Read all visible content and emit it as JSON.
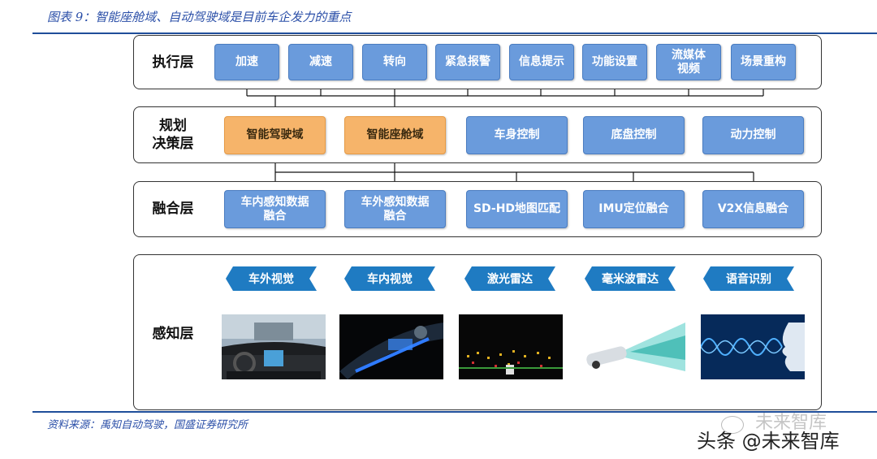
{
  "caption": "图表 9：智能座舱域、自动驾驶域是目前车企发力的重点",
  "source": "资料来源：禹知自动驾驶，国盛证券研究所",
  "layers": {
    "execution": {
      "title": "执行层",
      "items": [
        "加速",
        "减速",
        "转向",
        "紧急报警",
        "信息提示",
        "功能设置",
        "流媒体\n视频",
        "场景重构"
      ]
    },
    "planning": {
      "title": "规划\n决策层",
      "items": [
        "智能驾驶域",
        "智能座舱域",
        "车身控制",
        "底盘控制",
        "动力控制"
      ]
    },
    "fusion": {
      "title": "融合层",
      "items": [
        "车内感知数据\n融合",
        "车外感知数据\n融合",
        "SD-HD地图匹配",
        "IMU定位融合",
        "V2X信息融合"
      ]
    },
    "perception": {
      "title": "感知层",
      "items": [
        "车外视觉",
        "车内视觉",
        "激光雷达",
        "毫米波雷达",
        "语音识别"
      ]
    }
  },
  "watermark": {
    "top": "未来智库",
    "bottom": "头条 @未来智库"
  },
  "colors": {
    "box_blue": "#6a9bdc",
    "box_orange": "#f6b46a",
    "tag_blue": "#1f7bc2",
    "line_blue": "#1f4e9a"
  }
}
